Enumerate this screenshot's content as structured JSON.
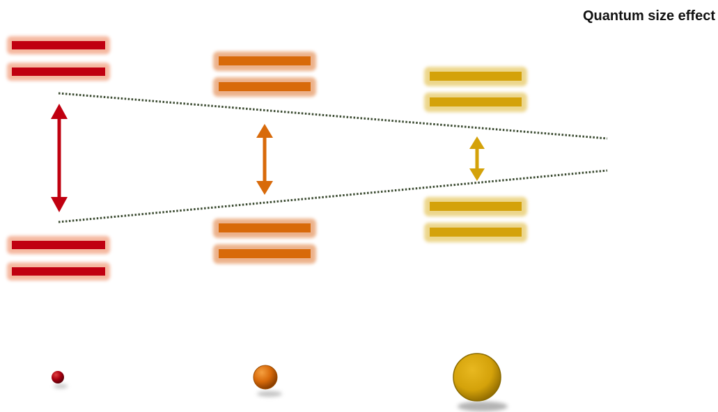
{
  "title": "Quantum size effect",
  "colors": {
    "small": "#c00010",
    "medium": "#d86a0a",
    "large": "#d4a20a",
    "guide": "#3a4a30"
  },
  "particles": [
    {
      "name": "small",
      "relative_size": 1,
      "color": "#c00010",
      "icon": "small-particle-icon"
    },
    {
      "name": "medium",
      "relative_size": 2,
      "color": "#d86a0a",
      "icon": "medium-particle-icon"
    },
    {
      "name": "large",
      "relative_size": 3.6,
      "color": "#d4a20a",
      "icon": "large-particle-icon"
    }
  ]
}
